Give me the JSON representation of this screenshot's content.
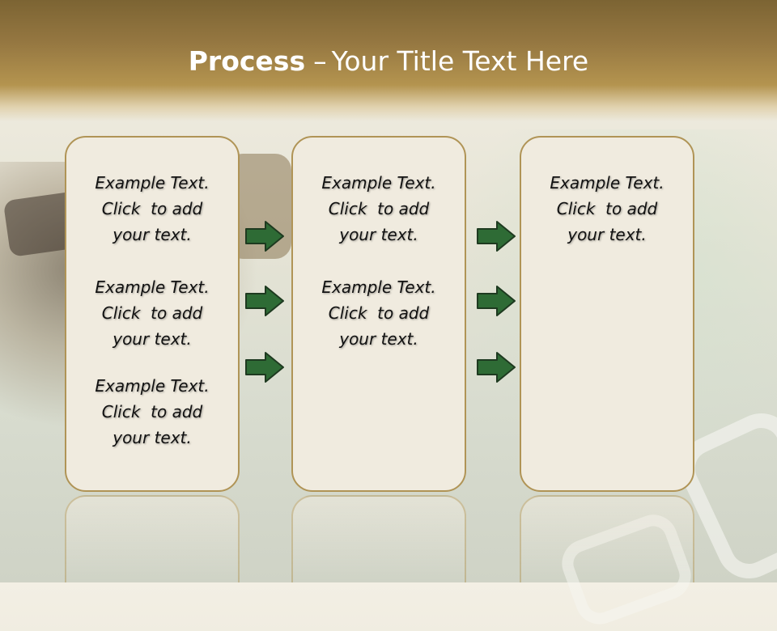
{
  "title": {
    "bold": "Process",
    "separator": "–",
    "rest": "Your Title Text Here"
  },
  "columns": [
    {
      "blocks": [
        {
          "line1": "Example Text.",
          "line2": "Click  to add",
          "line3": "your text."
        },
        {
          "line1": "Example Text.",
          "line2": "Click  to add",
          "line3": "your text."
        },
        {
          "line1": "Example Text.",
          "line2": "Click  to add",
          "line3": "your text."
        }
      ]
    },
    {
      "blocks": [
        {
          "line1": "Example Text.",
          "line2": "Click  to add",
          "line3": "your text."
        },
        {
          "line1": "Example Text.",
          "line2": "Click  to add",
          "line3": "your text."
        }
      ]
    },
    {
      "blocks": [
        {
          "line1": "Example Text.",
          "line2": "Click  to add",
          "line3": "your text."
        }
      ]
    }
  ],
  "arrows": {
    "icon": "right-arrow-icon",
    "fill": "#2e6b35",
    "stroke": "#1e3a20"
  },
  "colors": {
    "header": "#957741",
    "card_fill": "#f0ebdf",
    "card_border": "#b09456"
  }
}
